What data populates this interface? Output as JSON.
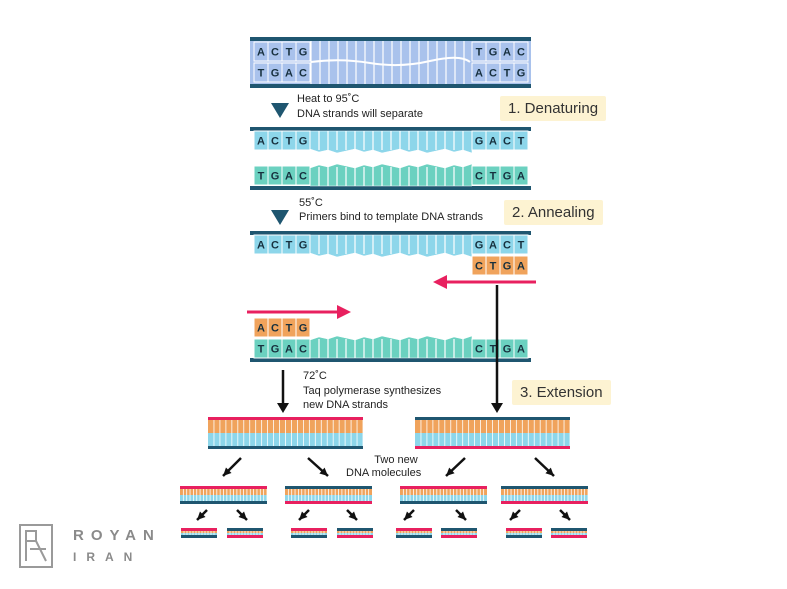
{
  "bases": {
    "top_left": [
      "A",
      "C",
      "T",
      "G"
    ],
    "top_right": [
      "T",
      "G",
      "A",
      "C"
    ],
    "bottom_left": [
      "T",
      "G",
      "A",
      "C"
    ],
    "bottom_right": [
      "A",
      "C",
      "T",
      "G"
    ],
    "sep_top_right": [
      "G",
      "A",
      "C",
      "T"
    ],
    "sep_bottom_right": [
      "C",
      "T",
      "G",
      "A"
    ]
  },
  "labels": {
    "heat_line1": "Heat to 95˚C",
    "heat_line2": "DNA strands will separate",
    "anneal_line1": "55˚C",
    "anneal_line2": "Primers bind to template DNA strands",
    "ext_line1": "72˚C",
    "ext_line2": "Taq polymerase synthesizes",
    "ext_line3": "new DNA strands",
    "two_new_line1": "Two new",
    "two_new_line2": "DNA molecules"
  },
  "steps": {
    "denaturing": "1. Denaturing",
    "annealing": "2. Annealing",
    "extension": "3. Extension"
  },
  "logo": {
    "line1": "ROYAN",
    "line2": "IRAN"
  },
  "colors": {
    "backbone": "#1f5670",
    "blue_fill": "#a9c2ec",
    "cyan_fill": "#8dd6ea",
    "teal_fill": "#6bd1c0",
    "orange_fill": "#f0a35c",
    "primer_arrow": "#e8205f",
    "base_letter": "#17303e",
    "arrow": "#111111",
    "step_bg": "#fdf3d2"
  }
}
